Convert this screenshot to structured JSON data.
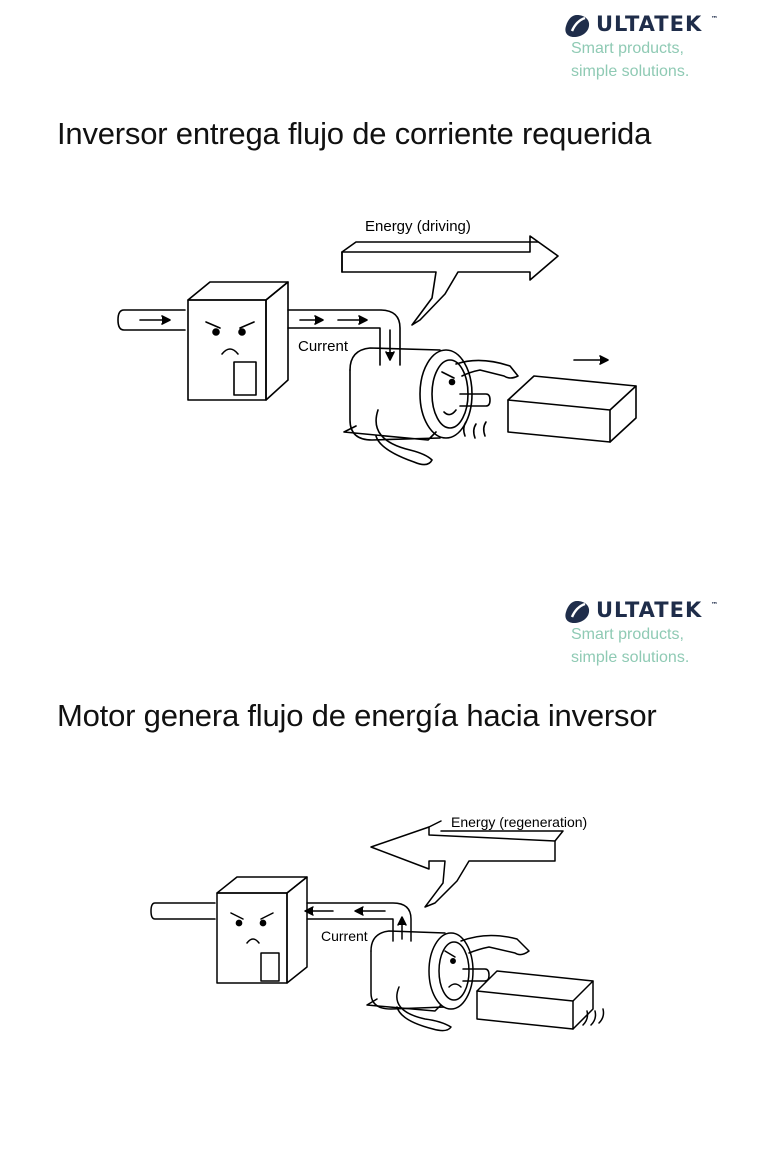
{
  "brand": {
    "name": "ULTATEK",
    "trademark": "™",
    "tagline_line1": "Smart products,",
    "tagline_line2": "simple solutions.",
    "color_navy": "#1f2d4a",
    "color_tagline": "#8fcab4"
  },
  "slides": [
    {
      "title": "Inversor entrega flujo de corriente requerida",
      "energy_label": "Energy (driving)",
      "current_label": "Current"
    },
    {
      "title": "Motor genera flujo de energía hacia inversor",
      "energy_label": "Energy (regeneration)",
      "current_label": "Current"
    }
  ]
}
